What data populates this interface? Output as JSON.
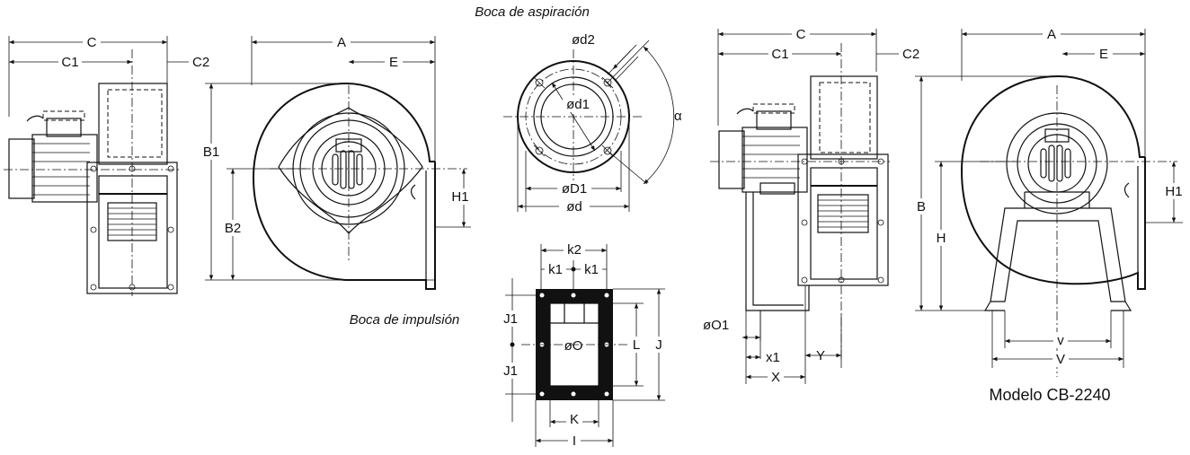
{
  "captions": {
    "suction": "Boca de aspiración",
    "discharge": "Boca de impulsión",
    "model": "Modelo CB-2240"
  },
  "dims": {
    "view1": {
      "C": "C",
      "C1": "C1",
      "C2": "C2"
    },
    "view2": {
      "A": "A",
      "E": "E",
      "B1": "B1",
      "B2": "B2",
      "H1": "H1"
    },
    "suction": {
      "d2": "ød2",
      "d1": "ød1",
      "alpha": "α",
      "D1": "øD1",
      "d": "ød"
    },
    "discharge": {
      "k2": "k2",
      "k1a": "k1",
      "k1b": "k1",
      "O": "øO",
      "J1a": "J1",
      "J1b": "J1",
      "L": "L",
      "J": "J",
      "K": "K",
      "I": "I"
    },
    "view3": {
      "C": "C",
      "C1": "C1",
      "C2": "C2",
      "O1": "øO1",
      "x1": "x1",
      "X": "X",
      "Y": "Y"
    },
    "view4": {
      "A": "A",
      "E": "E",
      "B": "B",
      "H": "H",
      "H1": "H1",
      "v": "v",
      "V": "V"
    }
  }
}
